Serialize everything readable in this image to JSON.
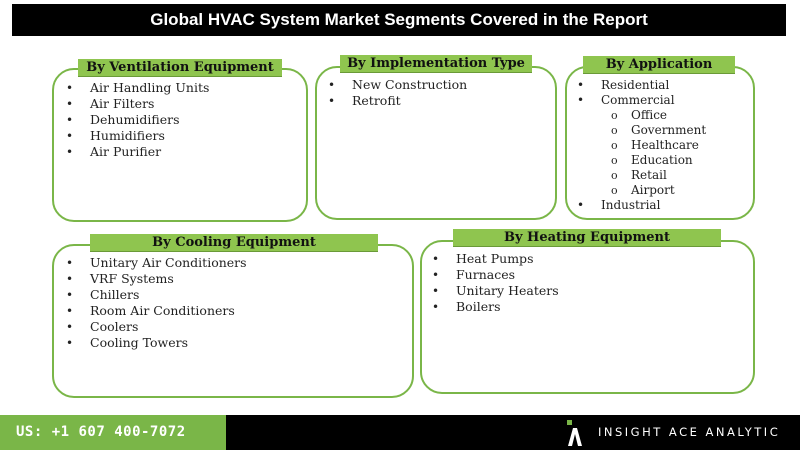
{
  "title": "Global HVAC System Market Segments Covered in the Report",
  "segments": {
    "ventilation": {
      "label": "By Ventilation Equipment",
      "items": [
        "Air Handling Units",
        "Air Filters",
        "Dehumidifiers",
        "Humidifiers",
        "Air Purifier"
      ]
    },
    "implementation": {
      "label": "By Implementation Type",
      "items": [
        "New Construction",
        "Retrofit"
      ]
    },
    "application": {
      "label": "By Application",
      "items": [
        "Residential",
        "Commercial"
      ],
      "commercial_sub": [
        "Office",
        "Government",
        "Healthcare",
        "Education",
        "Retail",
        "Airport"
      ],
      "last_item": "Industrial"
    },
    "cooling": {
      "label": "By Cooling Equipment",
      "items": [
        "Unitary Air Conditioners",
        "VRF Systems",
        "Chillers",
        "Room Air Conditioners",
        "Coolers",
        "Cooling Towers"
      ]
    },
    "heating": {
      "label": "By Heating Equipment",
      "items": [
        "Heat Pumps",
        "Furnaces",
        "Unitary Heaters",
        "Boilers"
      ]
    }
  },
  "footer": {
    "phone": "US: +1 607 400-7072",
    "brand": "INSIGHT ACE ANALYTIC",
    "logo_icon": "insightace-logo-icon"
  },
  "colors": {
    "accent_green": "#7ab648",
    "label_green": "#8fc54f",
    "black": "#000000"
  }
}
